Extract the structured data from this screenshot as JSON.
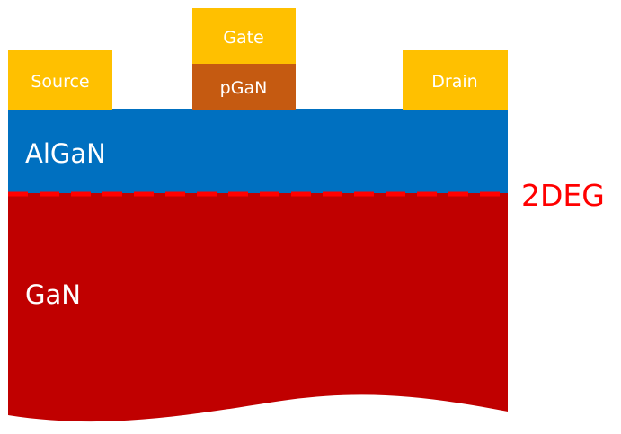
{
  "labels": {
    "source": "Source",
    "gate": "Gate",
    "pgan": "pGaN",
    "drain": "Drain",
    "algan": "AlGaN",
    "gan": "GaN",
    "twodeg": "2DEG"
  },
  "colors": {
    "contact": "#FFC000",
    "pgan": "#C55A11",
    "algan": "#0070C0",
    "gan": "#C00000",
    "twodeg_line": "#FF0000",
    "twodeg_text": "#FF0000",
    "text_light": "#FFFFFF"
  }
}
